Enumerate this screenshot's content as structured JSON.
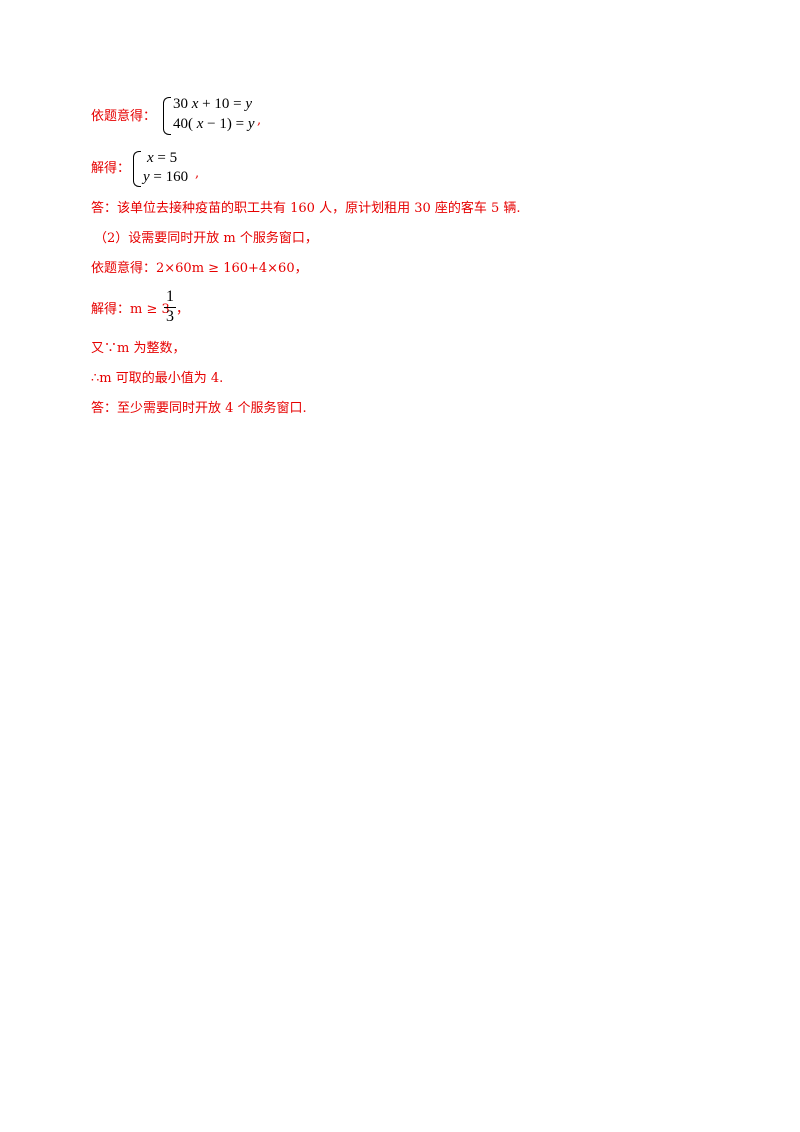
{
  "lines": {
    "l1_prefix": "依题意得：",
    "eq1_row1": "30 x + 10 = y",
    "eq1_row2": "40( x − 1) = y",
    "comma": ",",
    "l2_prefix": "解得：",
    "eq2_row1": "x = 5",
    "eq2_row2": "y = 160",
    "answer1": "答：该单位去接种疫苗的职工共有 160 人，原计划租用 30 座的客车 5 辆.",
    "part2": "（2）设需要同时开放 m 个服务窗口，",
    "l3": "依题意得：2×60m ≥ 160+4×60，",
    "l4_prefix": "解得：m ≥ 3",
    "frac_num": "1",
    "frac_den": "3",
    "l4_suffix": "，",
    "l5": "又∵m 为整数，",
    "l6": "∴m 可取的最小值为 4.",
    "answer2": "答：至少需要同时开放 4 个服务窗口."
  },
  "colors": {
    "answer_text": "#e60000",
    "math_text": "#000000"
  }
}
